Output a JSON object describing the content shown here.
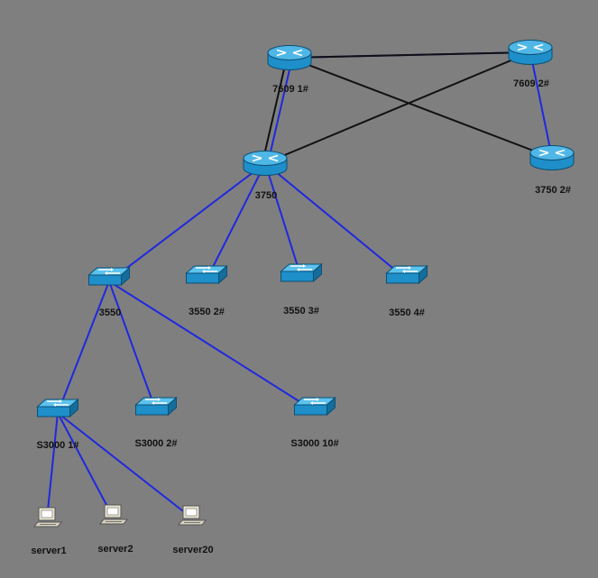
{
  "diagram": {
    "colors": {
      "background": "#7f7f7f",
      "link_blue": "#1f28e0",
      "link_black": "#101010",
      "router_body": "#1e8fc9",
      "router_top": "#4fb7e6",
      "switch_body": "#1e8fc9",
      "switch_top": "#5cc2ee",
      "pc_body": "#e8e4cf"
    },
    "nodes": [
      {
        "id": "r7609-1",
        "label": "7609 1#",
        "kind": "router"
      },
      {
        "id": "r7609-2",
        "label": "7609 2#",
        "kind": "router"
      },
      {
        "id": "r3750",
        "label": "3750",
        "kind": "router"
      },
      {
        "id": "r3750-2",
        "label": "3750 2#",
        "kind": "router"
      },
      {
        "id": "sw3550",
        "label": "3550",
        "kind": "switch"
      },
      {
        "id": "sw3550-2",
        "label": "3550 2#",
        "kind": "switch"
      },
      {
        "id": "sw3550-3",
        "label": "3550 3#",
        "kind": "switch"
      },
      {
        "id": "sw3550-4",
        "label": "3550 4#",
        "kind": "switch"
      },
      {
        "id": "s3000-1",
        "label": "S3000 1#",
        "kind": "switch"
      },
      {
        "id": "s3000-2",
        "label": "S3000 2#",
        "kind": "switch"
      },
      {
        "id": "s3000-10",
        "label": "S3000 10#",
        "kind": "switch"
      },
      {
        "id": "server1",
        "label": "server1",
        "kind": "pc"
      },
      {
        "id": "server2",
        "label": "server2",
        "kind": "pc"
      },
      {
        "id": "server20",
        "label": "server20",
        "kind": "pc"
      }
    ],
    "links": [
      {
        "from": "r7609-1",
        "to": "r7609-2",
        "color": "blue"
      },
      {
        "from": "r7609-1",
        "to": "r7609-2",
        "color": "black"
      },
      {
        "from": "r7609-1",
        "to": "r3750",
        "color": "blue"
      },
      {
        "from": "r7609-1",
        "to": "r3750",
        "color": "black"
      },
      {
        "from": "r7609-1",
        "to": "r3750-2",
        "color": "black"
      },
      {
        "from": "r7609-2",
        "to": "r3750",
        "color": "black"
      },
      {
        "from": "r7609-2",
        "to": "r3750-2",
        "color": "blue"
      },
      {
        "from": "r3750",
        "to": "sw3550",
        "color": "blue"
      },
      {
        "from": "r3750",
        "to": "sw3550-2",
        "color": "blue"
      },
      {
        "from": "r3750",
        "to": "sw3550-3",
        "color": "blue"
      },
      {
        "from": "r3750",
        "to": "sw3550-4",
        "color": "blue"
      },
      {
        "from": "sw3550",
        "to": "s3000-1",
        "color": "blue"
      },
      {
        "from": "sw3550",
        "to": "s3000-2",
        "color": "blue"
      },
      {
        "from": "sw3550",
        "to": "s3000-10",
        "color": "blue"
      },
      {
        "from": "s3000-1",
        "to": "server1",
        "color": "blue"
      },
      {
        "from": "s3000-1",
        "to": "server2",
        "color": "blue"
      },
      {
        "from": "s3000-1",
        "to": "server20",
        "color": "blue"
      }
    ]
  }
}
